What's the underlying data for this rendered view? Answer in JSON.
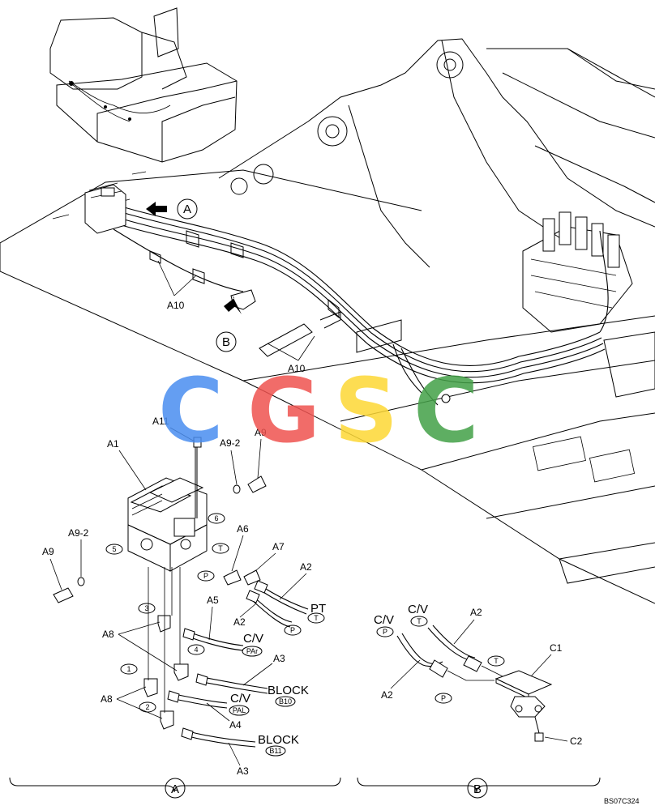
{
  "labels": {
    "A1": "A1",
    "A2": "A2",
    "A3": "A3",
    "A4": "A4",
    "A5": "A5",
    "A6": "A6",
    "A7": "A7",
    "A8": "A8",
    "A9": "A9",
    "A9_2": "A9-2",
    "A10": "A10",
    "A11": "A11",
    "C1": "C1",
    "C2": "C2"
  },
  "ports": {
    "one": "1",
    "two": "2",
    "three": "3",
    "four": "4",
    "five": "5",
    "six": "6",
    "T": "T",
    "P": "P",
    "PAr": "PAr",
    "PAL": "PAL",
    "B10": "B10",
    "B11": "B11"
  },
  "texts": {
    "PT": "PT",
    "CV": "C/V",
    "BLOCK": "BLOCK",
    "viewA": "A",
    "viewB": "B",
    "ref_code": "BS07C324"
  },
  "watermark": {
    "letters": [
      "C",
      "G",
      "S",
      "C"
    ],
    "colors": [
      "#4a8ef0",
      "#ef5350",
      "#fdd835",
      "#43a047"
    ]
  }
}
